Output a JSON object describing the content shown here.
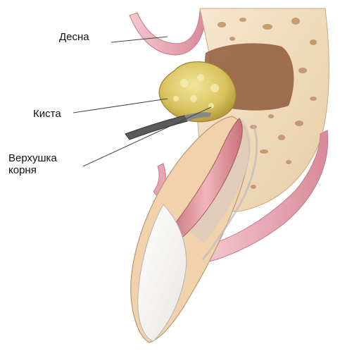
{
  "labels": {
    "gum": "Десна",
    "cyst": "Киста",
    "root_apex_line1": "Верхушка",
    "root_apex_line2": "корня"
  },
  "colors": {
    "gum_pink": "#e8a9b4",
    "bone": "#f1dfc1",
    "bone_dark": "#c99a6e",
    "marrow": "#a8714a",
    "dentin": "#f2d2ad",
    "pulp": "#d88f96",
    "enamel": "#f7f4f0",
    "cyst": "#dcc96a"
  }
}
